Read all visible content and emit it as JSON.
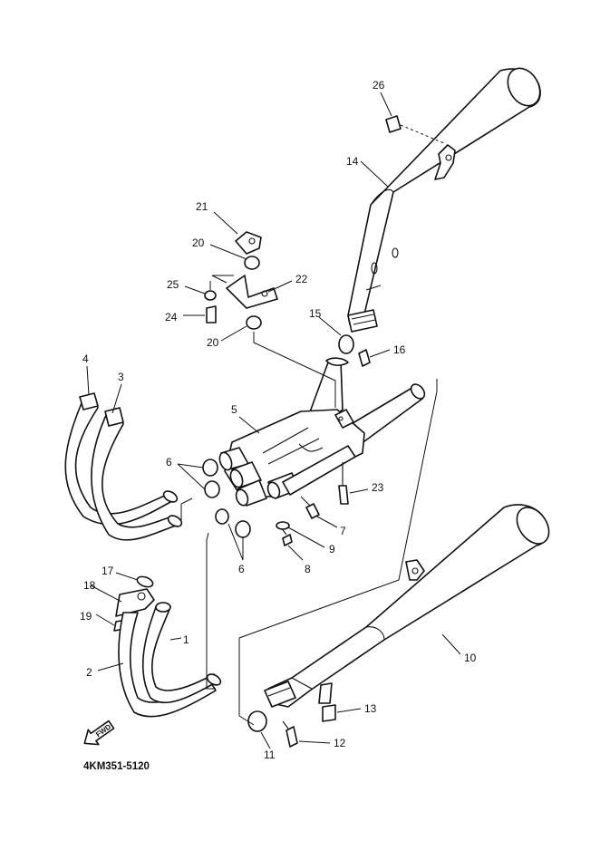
{
  "diagram": {
    "code": "4KM351-5120",
    "fwd_label": "FWD",
    "callouts": [
      "1",
      "2",
      "3",
      "4",
      "5",
      "6",
      "6",
      "7",
      "8",
      "9",
      "10",
      "11",
      "12",
      "13",
      "14",
      "15",
      "16",
      "17",
      "18",
      "19",
      "20",
      "20",
      "21",
      "22",
      "23",
      "24",
      "25",
      "26"
    ]
  }
}
